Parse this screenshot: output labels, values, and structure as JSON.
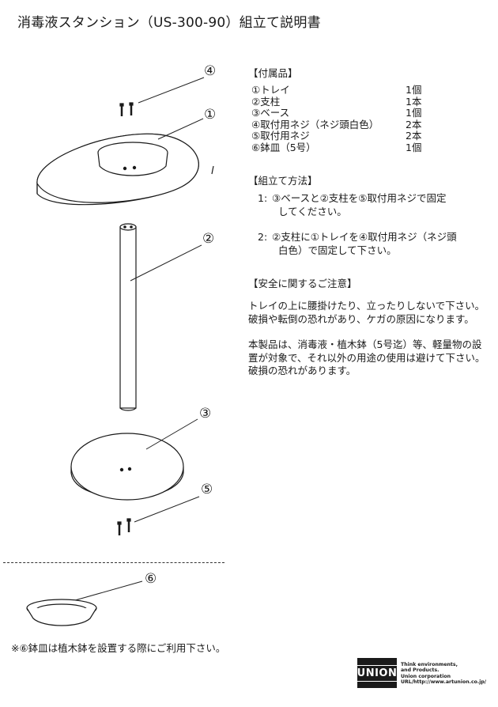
{
  "title": "消毒液スタンション（US-300-90）組立て説明書",
  "labels": [
    "④",
    "①",
    "②",
    "③",
    "⑤",
    "⑥"
  ],
  "parts": {
    "heading": "【付属品】",
    "items": [
      {
        "name": "①トレイ",
        "qty": "1個"
      },
      {
        "name": "②支柱",
        "qty": "1本"
      },
      {
        "name": "③ベース",
        "qty": "1個"
      },
      {
        "name": "④取付用ネジ（ネジ頭白色）",
        "qty": "2本"
      },
      {
        "name": "⑤取付用ネジ",
        "qty": "2本"
      },
      {
        "name": "⑥鉢皿（5号）",
        "qty": "1個"
      }
    ]
  },
  "assembly": {
    "heading": "【組立て方法】",
    "steps": [
      {
        "num": "1:",
        "line1": "③ベースと②支柱を⑤取付用ネジで固定",
        "line2": "してください。"
      },
      {
        "num": "2:",
        "line1": "②支柱に①トレイを④取付用ネジ（ネジ頭",
        "line2": "白色）で固定して下さい。"
      }
    ]
  },
  "safety": {
    "heading": "【安全に関するご注意】",
    "p1_line1": "トレイの上に腰掛けたり、立ったりしないで下さい。",
    "p1_line2": "破損や転倒の恐れがあり、ケガの原因になります。",
    "p2_line1": "本製品は、消毒液・植木鉢（5号迄）等、軽量物の設",
    "p2_line2": "置が対象で、それ以外の用途の使用は避けて下さい。",
    "p2_line3": "破損の恐れがあります。"
  },
  "note": "※⑥鉢皿は植木鉢を設置する際にご利用下さい。",
  "brand": {
    "logo": "UNION",
    "tagline": [
      "Think environments,",
      "and Products.",
      "Union corporation",
      "URL/http://www.artunion.co.jp/"
    ]
  }
}
